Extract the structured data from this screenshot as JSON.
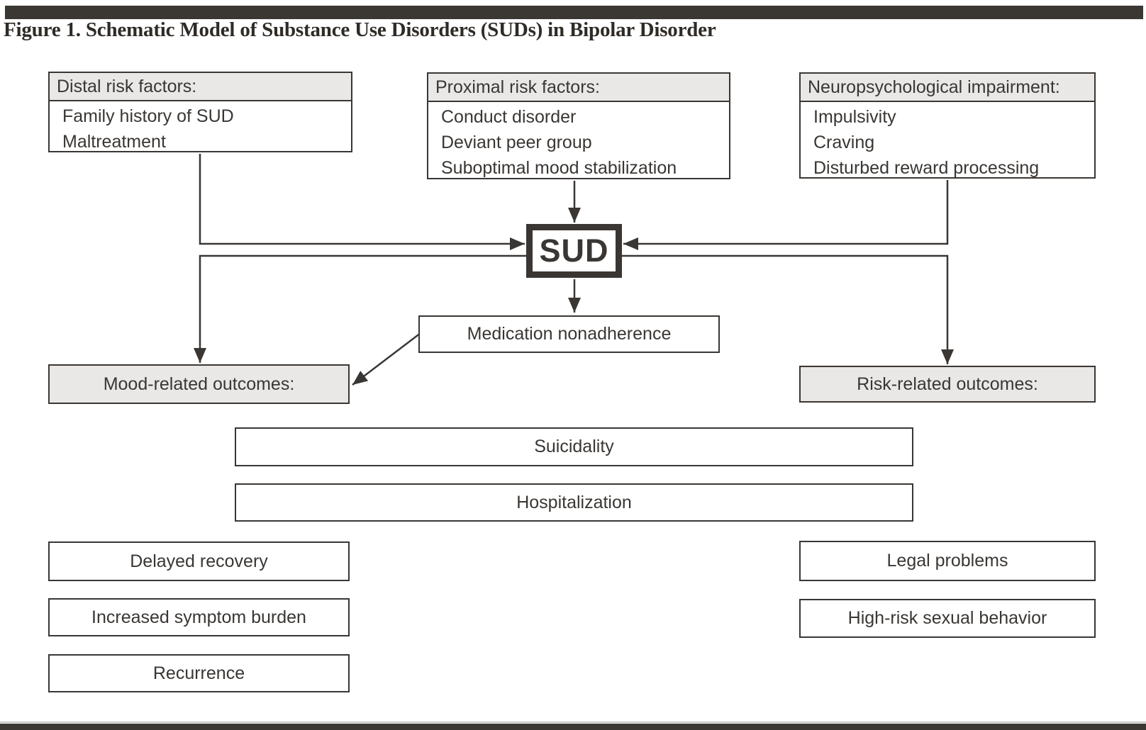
{
  "figure": {
    "title": "Figure 1. Schematic Model of Substance Use Disorders (SUDs) in Bipolar Disorder"
  },
  "colors": {
    "line": "#3a3633",
    "header_bg": "#e9e8e7",
    "rule_bar": "#3b3733",
    "background": "#ffffff"
  },
  "boxes": {
    "distal": {
      "header": "Distal risk factors:",
      "items": [
        "Family history of SUD",
        "Maltreatment"
      ]
    },
    "proximal": {
      "header": "Proximal risk factors:",
      "items": [
        "Conduct disorder",
        "Deviant peer group",
        "Suboptimal mood stabilization"
      ]
    },
    "neuro": {
      "header": "Neuropsychological impairment:",
      "items": [
        "Impulsivity",
        "Craving",
        "Disturbed reward processing"
      ]
    },
    "sud": {
      "label": "SUD"
    },
    "medication": {
      "label": "Medication nonadherence"
    },
    "mood": {
      "header": "Mood-related outcomes:"
    },
    "risk": {
      "header": "Risk-related outcomes:"
    },
    "shared_outcomes": {
      "suicidality": "Suicidality",
      "hospitalization": "Hospitalization"
    },
    "mood_outcomes": {
      "delayed": "Delayed recovery",
      "symptom": "Increased symptom burden",
      "recurrence": "Recurrence"
    },
    "risk_outcomes": {
      "legal": "Legal problems",
      "sexual": "High-risk sexual behavior"
    }
  }
}
